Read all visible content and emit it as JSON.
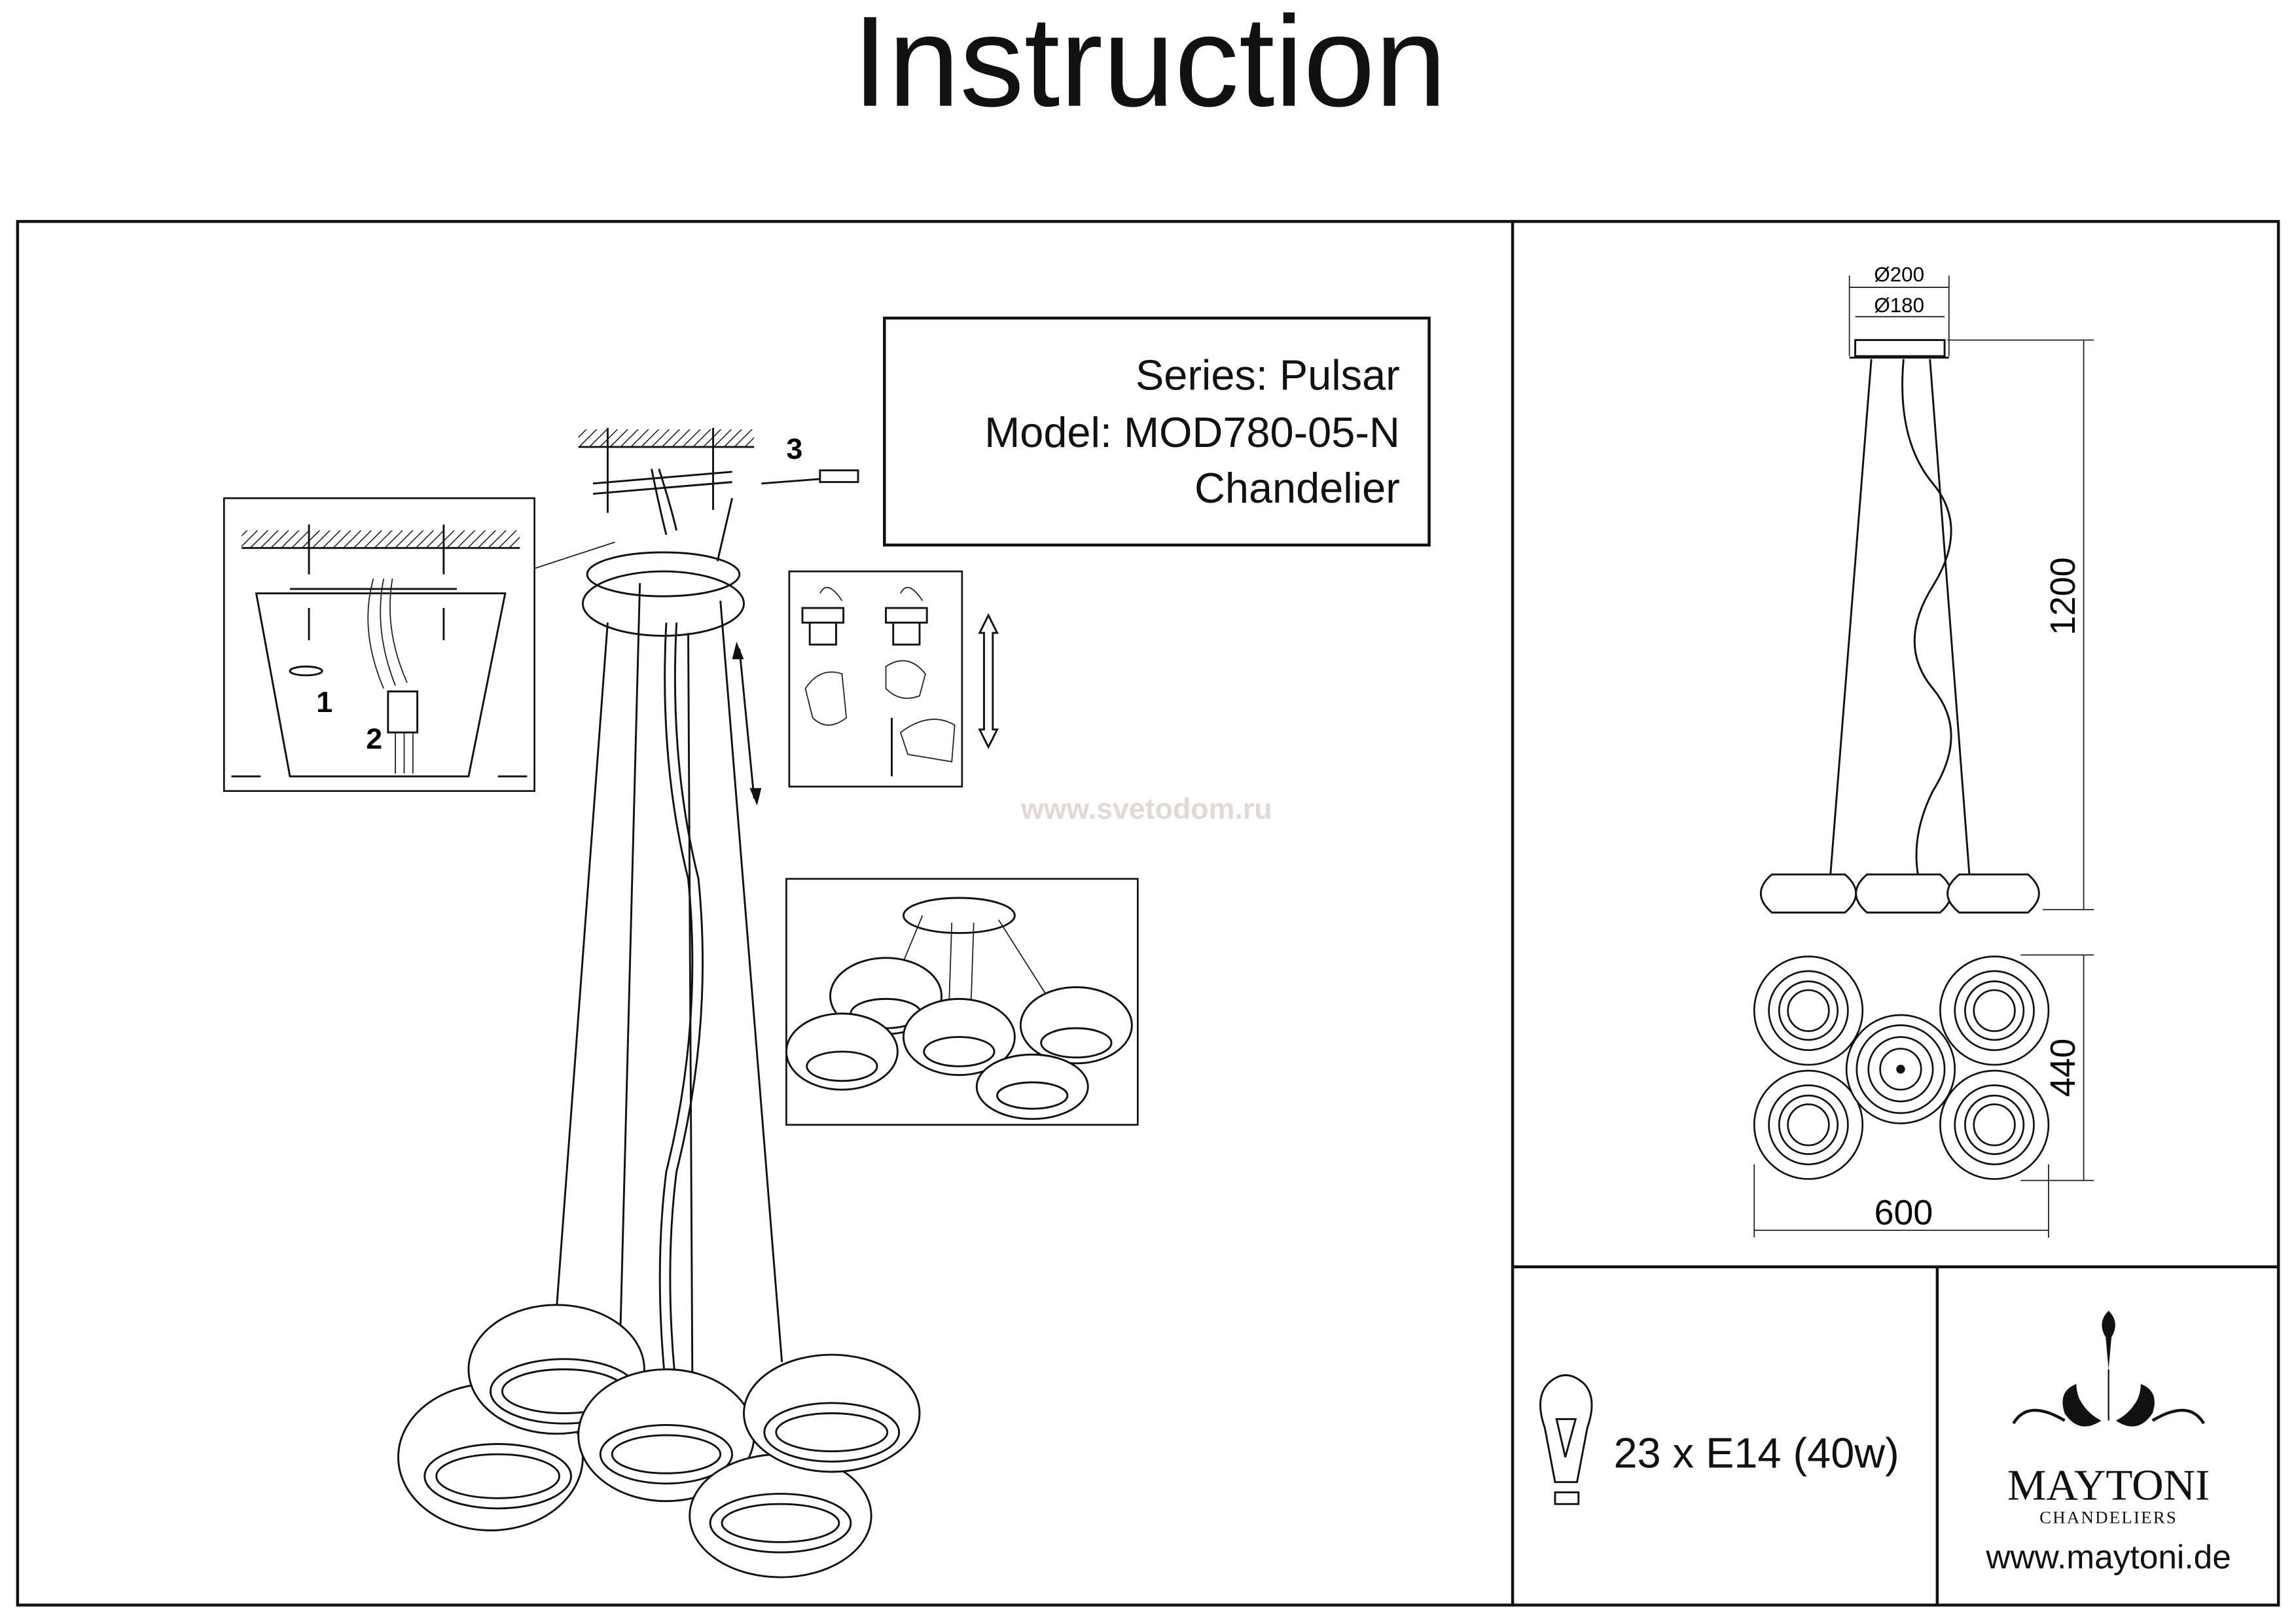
{
  "header": {
    "title": "Instruction"
  },
  "info_box": {
    "series": "Series: Pulsar",
    "model": "Model: MOD780-05-N",
    "type": "Chandelier"
  },
  "watermark": "www.svetodom.ru",
  "steps": {
    "one": "1",
    "two": "2",
    "three": "3"
  },
  "dimensions": {
    "canopy_outer": "Ø200",
    "canopy_inner": "Ø180",
    "height": "1200",
    "depth": "440",
    "width": "600"
  },
  "bulb": {
    "icon": "light-bulb-icon",
    "spec": "23 x E14 (40w)"
  },
  "brand": {
    "name": "MAYTONI",
    "tagline": "CHANDELIERS",
    "website": "www.maytoni.de"
  }
}
